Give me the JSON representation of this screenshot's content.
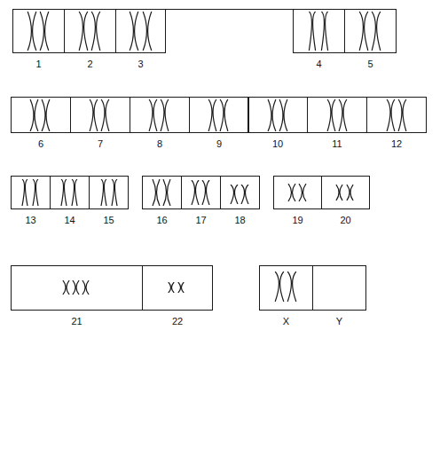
{
  "diagram": {
    "nodes": [
      {
        "text": [
          "1"
        ]
      },
      {
        "text": [
          "2"
        ]
      },
      {
        "text": [
          "3"
        ]
      },
      {
        "text": [
          "4"
        ]
      },
      {
        "text": [
          "5"
        ]
      },
      {
        "text": [
          "6"
        ]
      },
      {
        "text": [
          "7"
        ]
      },
      {
        "text": [
          "8"
        ]
      },
      {
        "text": [
          "9"
        ]
      },
      {
        "text": [
          "10"
        ]
      },
      {
        "text": [
          "11"
        ]
      },
      {
        "text": [
          "12"
        ]
      },
      {
        "text": [
          "13"
        ]
      },
      {
        "text": [
          "14"
        ]
      },
      {
        "text": [
          "15"
        ]
      },
      {
        "text": [
          "16"
        ]
      },
      {
        "text": [
          "17"
        ]
      },
      {
        "text": [
          "18"
        ]
      },
      {
        "text": [
          "19"
        ]
      },
      {
        "text": [
          "20"
        ]
      },
      {
        "text": [
          "21"
        ]
      },
      {
        "text": [
          "22"
        ]
      },
      {
        "text": [
          "X"
        ]
      },
      {
        "text": [
          "Y"
        ]
      }
    ]
  }
}
